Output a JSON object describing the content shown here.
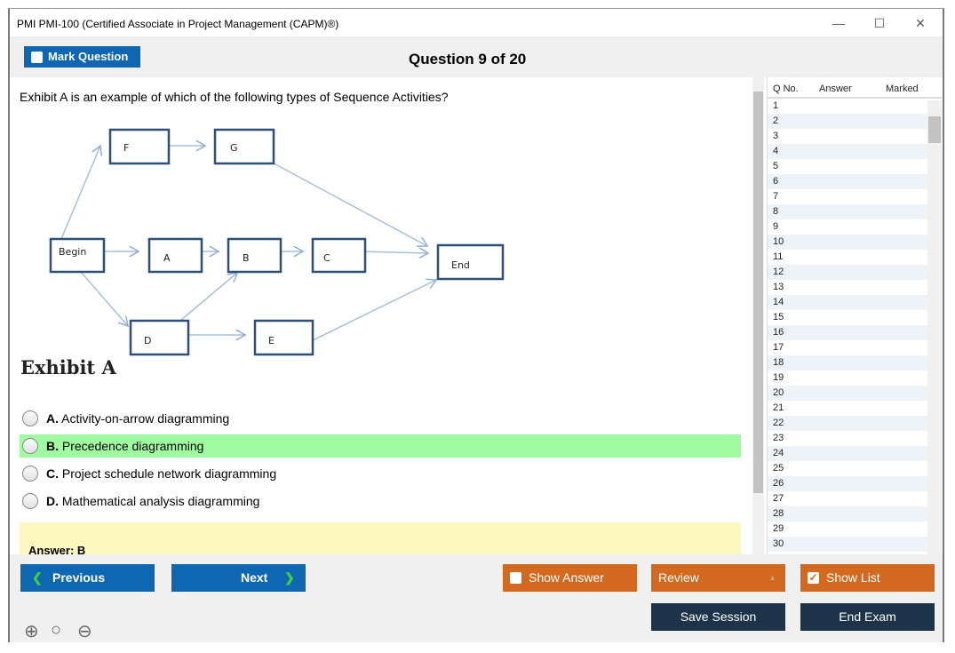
{
  "window": {
    "title": "PMI PMI-100 (Certified Associate in Project Management (CAPM)®)",
    "minimize": "—",
    "maximize": "☐",
    "close": "✕"
  },
  "header": {
    "mark_label": "Mark Question",
    "question_title": "Question 9 of 20"
  },
  "question": {
    "text": "Exhibit A is an example of which of the following types of Sequence Activities?",
    "exhibit": {
      "caption": "Exhibit A",
      "nodes": {
        "begin": "Begin",
        "a": "A",
        "b": "B",
        "c": "C",
        "d": "D",
        "e": "E",
        "f": "F",
        "g": "G",
        "end": "End"
      }
    },
    "options": [
      {
        "letter": "A.",
        "text": "Activity-on-arrow diagramming",
        "selected": false
      },
      {
        "letter": "B.",
        "text": "Precedence diagramming",
        "selected": true
      },
      {
        "letter": "C.",
        "text": "Project schedule network diagramming",
        "selected": false
      },
      {
        "letter": "D.",
        "text": "Mathematical analysis diagramming",
        "selected": false
      }
    ],
    "answer": "Answer: B"
  },
  "list": {
    "headers": {
      "qno": "Q No.",
      "answer": "Answer",
      "marked": "Marked"
    },
    "rows": [
      "1",
      "2",
      "3",
      "4",
      "5",
      "6",
      "7",
      "8",
      "9",
      "10",
      "11",
      "12",
      "13",
      "14",
      "15",
      "16",
      "17",
      "18",
      "19",
      "20",
      "21",
      "22",
      "23",
      "24",
      "25",
      "26",
      "27",
      "28",
      "29",
      "30"
    ]
  },
  "footer": {
    "previous": "Previous",
    "next": "Next",
    "show_answer": "Show Answer",
    "review": "Review",
    "show_list": "Show List",
    "save_session": "Save Session",
    "end_exam": "End Exam"
  },
  "colors": {
    "blue": "#0f67b1",
    "orange": "#d2691e",
    "navy": "#1c3349",
    "selected": "#a0fca0",
    "answer_bg": "#fdf8c0"
  }
}
